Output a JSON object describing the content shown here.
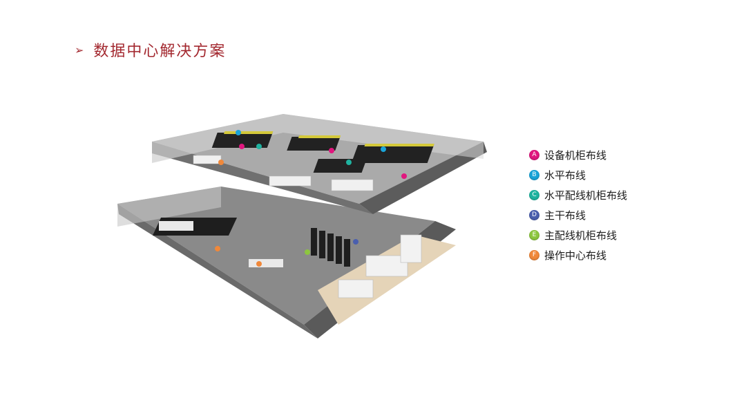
{
  "title": "数据中心解决方案",
  "legend": [
    {
      "letter": "A",
      "label": "设备机柜布线",
      "color": "#e0177e"
    },
    {
      "letter": "B",
      "label": "水平布线",
      "color": "#1aa4d8"
    },
    {
      "letter": "C",
      "label": "水平配线机柜布线",
      "color": "#1fb3a0"
    },
    {
      "letter": "D",
      "label": "主干布线",
      "color": "#4a5fae"
    },
    {
      "letter": "E",
      "label": "主配线机柜布线",
      "color": "#8dc63f"
    },
    {
      "letter": "F",
      "label": "操作中心布线",
      "color": "#f0883a"
    }
  ],
  "illustration": {
    "icon": "data-center-floor-plan-illustration"
  }
}
